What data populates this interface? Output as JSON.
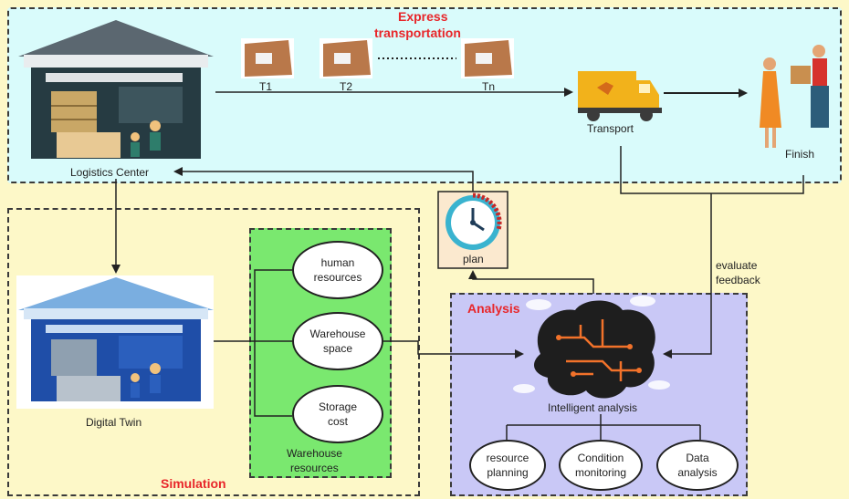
{
  "express": {
    "title_line1": "Express",
    "title_line2": "transportation"
  },
  "boxes": {
    "t1": "T1",
    "t2": "T2",
    "tn": "Tn"
  },
  "nodes": {
    "logistics_center": "Logistics Center",
    "transport": "Transport",
    "finish": "Finish",
    "plan": "plan",
    "digital_twin": "Digital Twin",
    "evaluate_line1": "evaluate",
    "evaluate_line2": "feedback"
  },
  "simulation": {
    "title": "Simulation",
    "group_label_line1": "Warehouse",
    "group_label_line2": "resources",
    "resources": [
      {
        "line1": "human",
        "line2": "resources"
      },
      {
        "line1": "Warehouse",
        "line2": "space"
      },
      {
        "line1": "Storage",
        "line2": "cost"
      }
    ]
  },
  "analysis": {
    "title": "Analysis",
    "brain_label": "Intelligent analysis",
    "outputs": [
      {
        "line1": "resource",
        "line2": "planning"
      },
      {
        "line1": "Condition",
        "line2": "monitoring"
      },
      {
        "line1": "Data",
        "line2": "analysis"
      }
    ]
  },
  "colors": {
    "express_bg": "#d9fbfb",
    "page_bg": "#fdf8c8",
    "resources_bg": "#7ae86f",
    "analysis_bg": "#c9c8f6",
    "accent_red": "#e8262a"
  }
}
